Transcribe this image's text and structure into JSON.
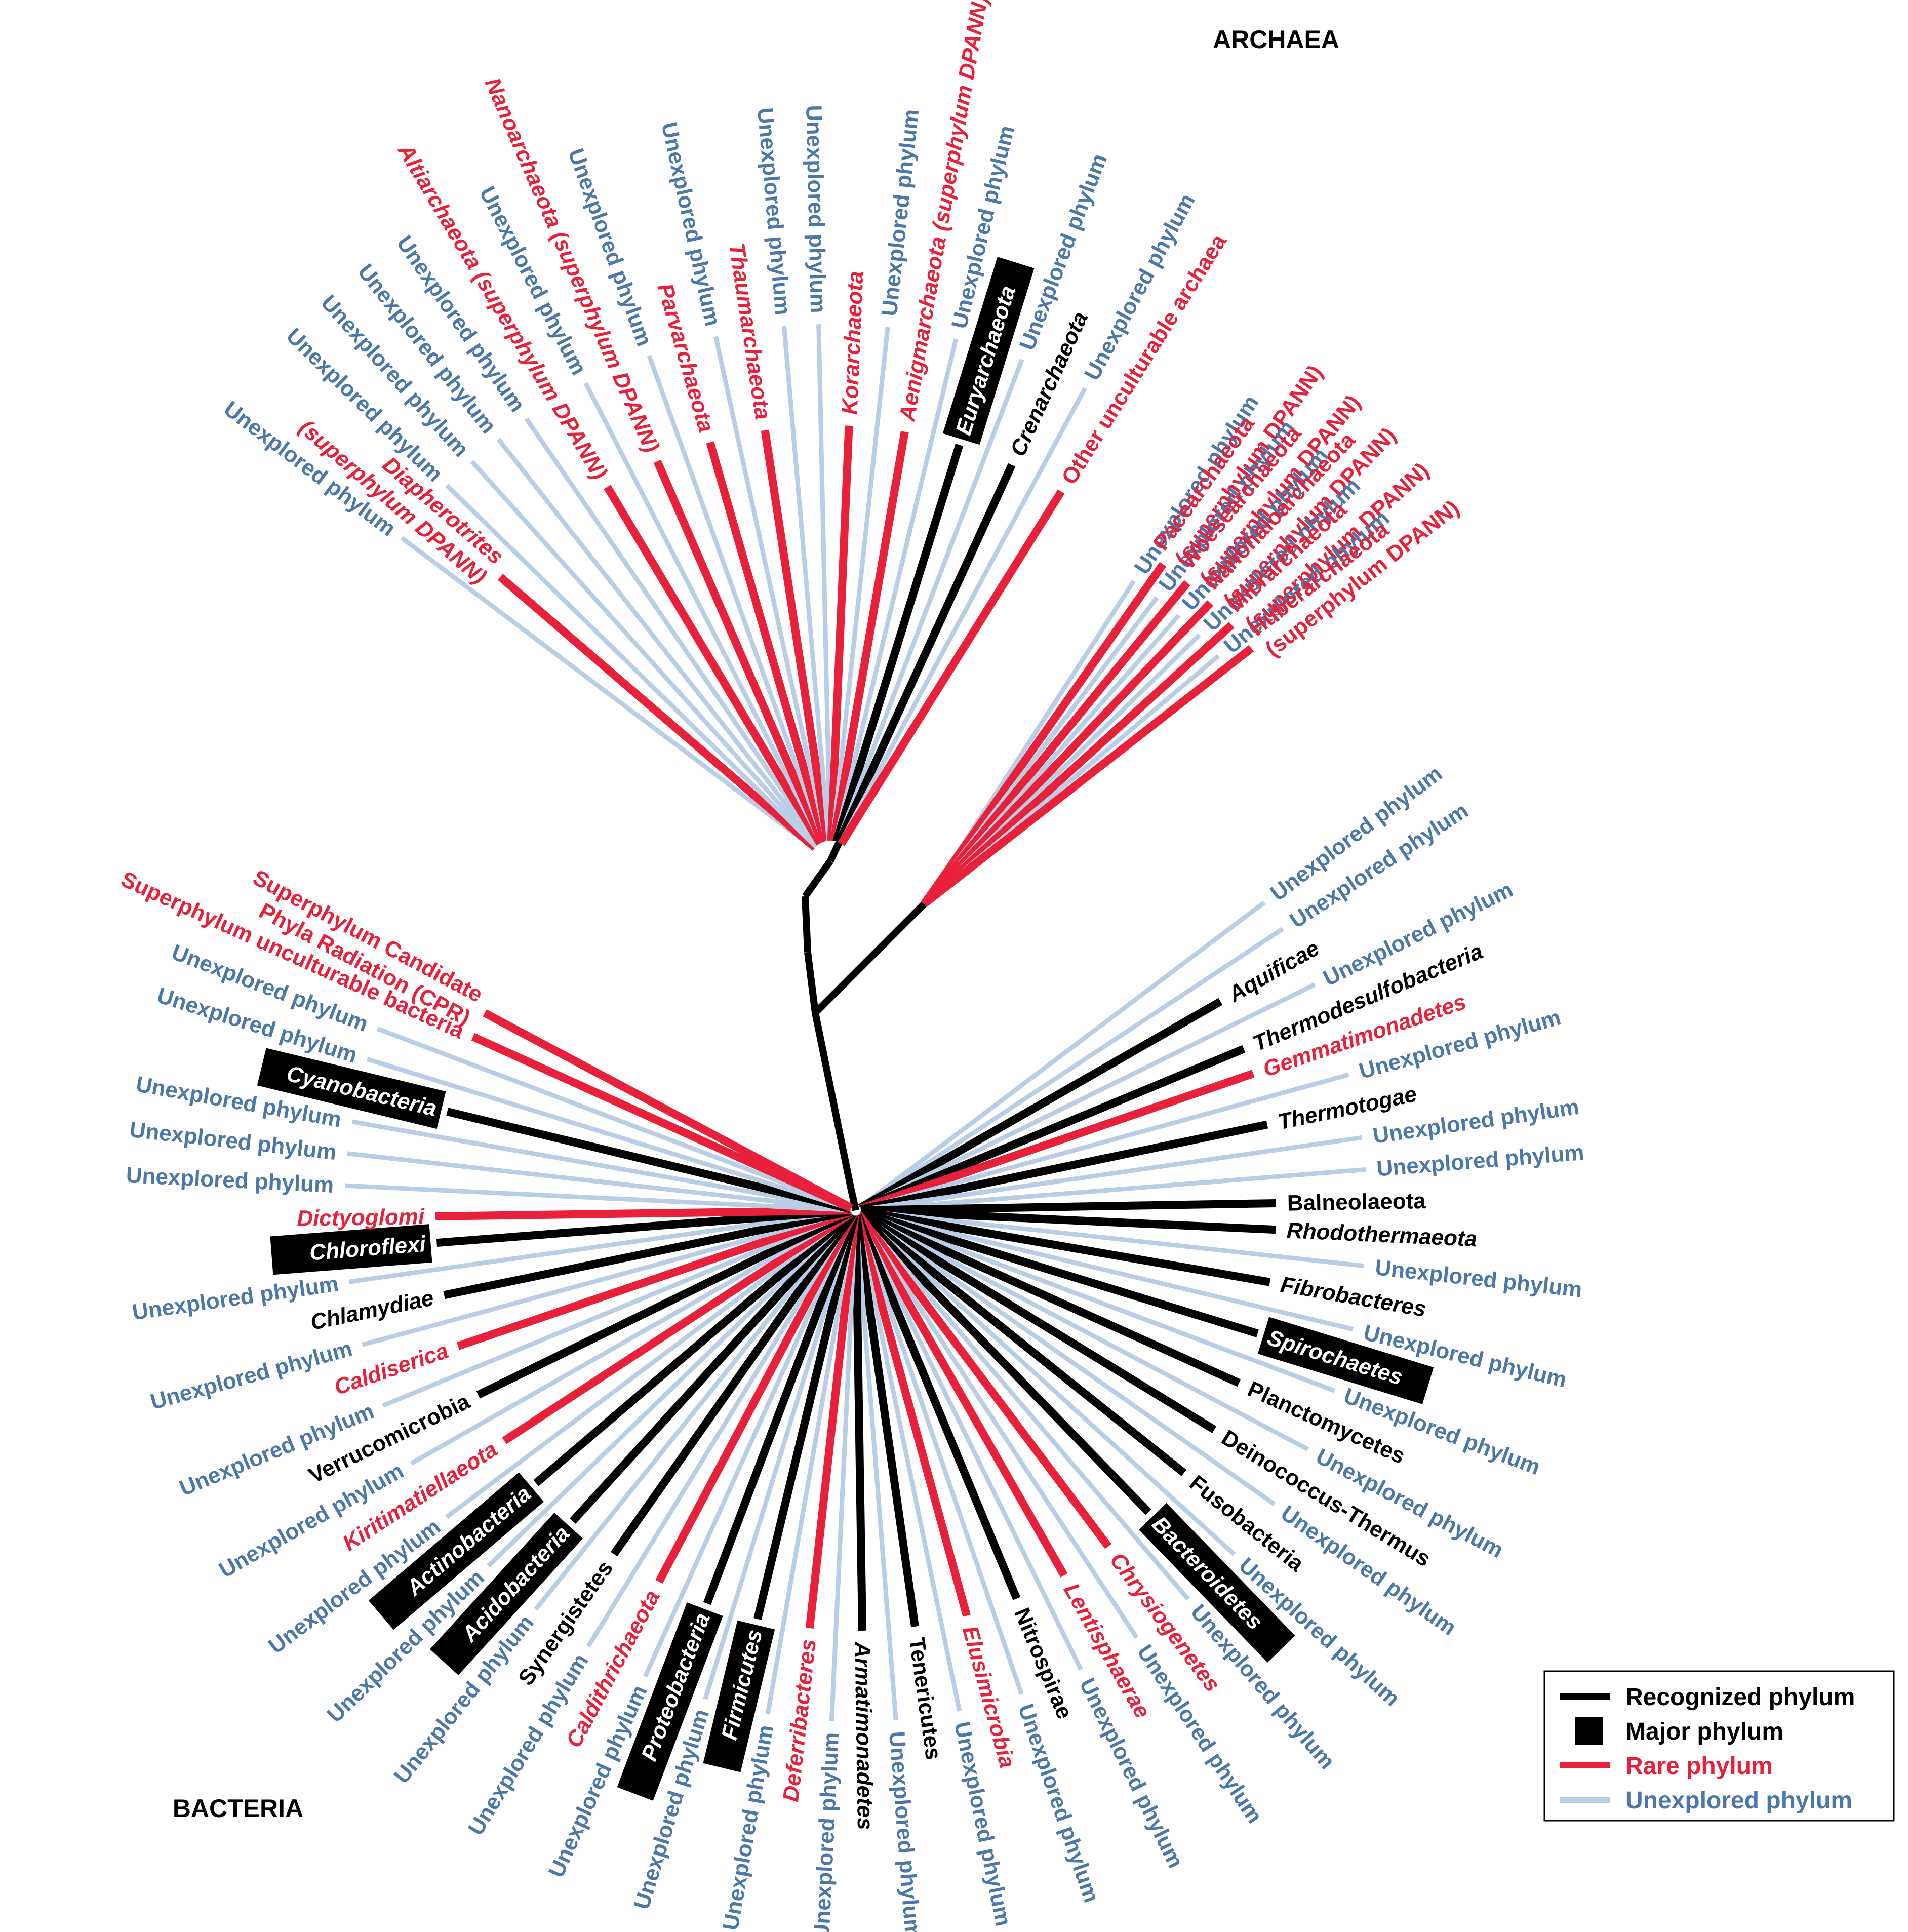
{
  "domains": {
    "archaea": "ARCHAEA",
    "bacteria": "BACTERIA"
  },
  "colors": {
    "recognized": "#000000",
    "rare": "#e8203a",
    "unexplored": "#b9cde6",
    "unexplored_text": "#4b78a8"
  },
  "legend": [
    {
      "type": "recognized",
      "label": "Recognized phylum"
    },
    {
      "type": "major",
      "label": "Major phylum"
    },
    {
      "type": "rare",
      "label": "Rare phylum"
    },
    {
      "type": "unexplored",
      "label": "Unexplored phylum"
    }
  ],
  "phyla": [
    {
      "lines": [
        "Unexplored phylum"
      ],
      "type": "unexplored",
      "italic": false,
      "group": "archaea"
    },
    {
      "lines": [
        "Diapherotrites",
        "(superphylum DPANN)"
      ],
      "type": "rare",
      "italic": true,
      "group": "archaea"
    },
    {
      "lines": [
        "Unexplored phylum"
      ],
      "type": "unexplored",
      "italic": false,
      "group": "archaea"
    },
    {
      "lines": [
        "Unexplored phylum"
      ],
      "type": "unexplored",
      "italic": false,
      "group": "archaea"
    },
    {
      "lines": [
        "Unexplored phylum"
      ],
      "type": "unexplored",
      "italic": false,
      "group": "archaea"
    },
    {
      "lines": [
        "Unexplored phylum"
      ],
      "type": "unexplored",
      "italic": false,
      "group": "archaea"
    },
    {
      "lines": [
        "Altiarchaeota (superphylum DPANN)"
      ],
      "type": "rare",
      "italic": true,
      "group": "archaea"
    },
    {
      "lines": [
        "Unexplored phylum"
      ],
      "type": "unexplored",
      "italic": false,
      "group": "archaea"
    },
    {
      "lines": [
        "Nanoarchaeota (superphylum DPANN)"
      ],
      "type": "rare",
      "italic": true,
      "group": "archaea"
    },
    {
      "lines": [
        "Unexplored phylum"
      ],
      "type": "unexplored",
      "italic": false,
      "group": "archaea"
    },
    {
      "lines": [
        "Parvarchaeota"
      ],
      "type": "rare",
      "italic": true,
      "group": "archaea"
    },
    {
      "lines": [
        "Unexplored phylum"
      ],
      "type": "unexplored",
      "italic": false,
      "group": "archaea"
    },
    {
      "lines": [
        "Thaumarchaeota"
      ],
      "type": "rare",
      "italic": true,
      "group": "archaea"
    },
    {
      "lines": [
        "Unexplored phylum"
      ],
      "type": "unexplored",
      "italic": false,
      "group": "archaea"
    },
    {
      "lines": [
        "Unexplored phylum"
      ],
      "type": "unexplored",
      "italic": false,
      "group": "archaea"
    },
    {
      "lines": [
        "Korarchaeota"
      ],
      "type": "rare",
      "italic": true,
      "group": "archaea"
    },
    {
      "lines": [
        "Unexplored phylum"
      ],
      "type": "unexplored",
      "italic": false,
      "group": "archaea"
    },
    {
      "lines": [
        "Aenigmarchaeota (superphylum DPANN)"
      ],
      "type": "rare",
      "italic": true,
      "group": "archaea"
    },
    {
      "lines": [
        "Unexplored phylum"
      ],
      "type": "unexplored",
      "italic": false,
      "group": "archaea"
    },
    {
      "lines": [
        "Euryarchaeota"
      ],
      "type": "major",
      "italic": true,
      "group": "archaea"
    },
    {
      "lines": [
        "Unexplored phylum"
      ],
      "type": "unexplored",
      "italic": false,
      "group": "archaea"
    },
    {
      "lines": [
        "Crenarchaeota"
      ],
      "type": "recognized",
      "italic": true,
      "group": "archaea"
    },
    {
      "lines": [
        "Unexplored phylum"
      ],
      "type": "unexplored",
      "italic": false,
      "group": "archaea"
    },
    {
      "lines": [
        "Other unculturable archaea"
      ],
      "type": "rare",
      "italic": false,
      "group": "archaea"
    },
    {
      "lines": [
        "Unexplored phylum"
      ],
      "type": "unexplored",
      "italic": false,
      "group": "dpann"
    },
    {
      "lines": [
        "Pacearchaeota",
        "(superphylum DPANN)"
      ],
      "type": "rare",
      "italic": false,
      "group": "dpann"
    },
    {
      "lines": [
        "Unexplored phylum"
      ],
      "type": "unexplored",
      "italic": false,
      "group": "dpann"
    },
    {
      "lines": [
        "Woesearchaeota",
        "(superphylum DPANN)"
      ],
      "type": "rare",
      "italic": false,
      "group": "dpann"
    },
    {
      "lines": [
        "Unexplored phylum"
      ],
      "type": "unexplored",
      "italic": false,
      "group": "dpann"
    },
    {
      "lines": [
        "Nanohaloarchaeota",
        "(superphylum DPANN)"
      ],
      "type": "rare",
      "italic": false,
      "group": "dpann"
    },
    {
      "lines": [
        "Unexplored phylum"
      ],
      "type": "unexplored",
      "italic": false,
      "group": "dpann"
    },
    {
      "lines": [
        "Micrarchaeota",
        "(superphylum DPANN)"
      ],
      "type": "rare",
      "italic": false,
      "group": "dpann"
    },
    {
      "lines": [
        "Unexplored phylum"
      ],
      "type": "unexplored",
      "italic": false,
      "group": "dpann"
    },
    {
      "lines": [
        "Huberarchaeota",
        "(superphylum DPANN)"
      ],
      "type": "rare",
      "italic": false,
      "group": "dpann"
    },
    {
      "lines": [
        "Unexplored phylum"
      ],
      "type": "unexplored",
      "italic": false,
      "group": "bacteria"
    },
    {
      "lines": [
        "Unexplored phylum"
      ],
      "type": "unexplored",
      "italic": false,
      "group": "bacteria"
    },
    {
      "lines": [
        "Aquificae"
      ],
      "type": "recognized",
      "italic": true,
      "group": "bacteria"
    },
    {
      "lines": [
        "Unexplored phylum"
      ],
      "type": "unexplored",
      "italic": false,
      "group": "bacteria"
    },
    {
      "lines": [
        "Thermodesulfobacteria"
      ],
      "type": "recognized",
      "italic": true,
      "group": "bacteria"
    },
    {
      "lines": [
        "Gemmatimonadetes"
      ],
      "type": "rare",
      "italic": true,
      "group": "bacteria"
    },
    {
      "lines": [
        "Unexplored phylum"
      ],
      "type": "unexplored",
      "italic": false,
      "group": "bacteria"
    },
    {
      "lines": [
        "Thermotogae"
      ],
      "type": "recognized",
      "italic": true,
      "group": "bacteria"
    },
    {
      "lines": [
        "Unexplored phylum"
      ],
      "type": "unexplored",
      "italic": false,
      "group": "bacteria"
    },
    {
      "lines": [
        "Unexplored phylum"
      ],
      "type": "unexplored",
      "italic": false,
      "group": "bacteria"
    },
    {
      "lines": [
        "Balneolaeota"
      ],
      "type": "recognized",
      "italic": false,
      "group": "bacteria"
    },
    {
      "lines": [
        "Rhodothermaeota"
      ],
      "type": "recognized",
      "italic": true,
      "group": "bacteria"
    },
    {
      "lines": [
        "Unexplored phylum"
      ],
      "type": "unexplored",
      "italic": false,
      "group": "bacteria"
    },
    {
      "lines": [
        "Fibrobacteres"
      ],
      "type": "recognized",
      "italic": true,
      "group": "bacteria"
    },
    {
      "lines": [
        "Unexplored phylum"
      ],
      "type": "unexplored",
      "italic": false,
      "group": "bacteria"
    },
    {
      "lines": [
        "Spirochaetes"
      ],
      "type": "major",
      "italic": true,
      "group": "bacteria"
    },
    {
      "lines": [
        "Unexplored phylum"
      ],
      "type": "unexplored",
      "italic": false,
      "group": "bacteria"
    },
    {
      "lines": [
        "Planctomycetes"
      ],
      "type": "recognized",
      "italic": false,
      "group": "bacteria"
    },
    {
      "lines": [
        "Unexplored phylum"
      ],
      "type": "unexplored",
      "italic": false,
      "group": "bacteria"
    },
    {
      "lines": [
        "Deinococcus-Thermus"
      ],
      "type": "recognized",
      "italic": false,
      "group": "bacteria"
    },
    {
      "lines": [
        "Unexplored phylum"
      ],
      "type": "unexplored",
      "italic": false,
      "group": "bacteria"
    },
    {
      "lines": [
        "Fusobacteria"
      ],
      "type": "recognized",
      "italic": false,
      "group": "bacteria"
    },
    {
      "lines": [
        "Unexplored phylum"
      ],
      "type": "unexplored",
      "italic": false,
      "group": "bacteria"
    },
    {
      "lines": [
        "Bacteroidetes"
      ],
      "type": "major",
      "italic": true,
      "group": "bacteria"
    },
    {
      "lines": [
        "Unexplored phylum"
      ],
      "type": "unexplored",
      "italic": false,
      "group": "bacteria"
    },
    {
      "lines": [
        "Chrysiogenetes"
      ],
      "type": "rare",
      "italic": true,
      "group": "bacteria"
    },
    {
      "lines": [
        "Unexplored phylum"
      ],
      "type": "unexplored",
      "italic": false,
      "group": "bacteria"
    },
    {
      "lines": [
        "Lentisphaerae"
      ],
      "type": "rare",
      "italic": true,
      "group": "bacteria"
    },
    {
      "lines": [
        "Unexplored phylum"
      ],
      "type": "unexplored",
      "italic": false,
      "group": "bacteria"
    },
    {
      "lines": [
        "Nitrospirae"
      ],
      "type": "recognized",
      "italic": false,
      "group": "bacteria"
    },
    {
      "lines": [
        "Unexplored phylum"
      ],
      "type": "unexplored",
      "italic": false,
      "group": "bacteria"
    },
    {
      "lines": [
        "Elusimicrobia"
      ],
      "type": "rare",
      "italic": true,
      "group": "bacteria"
    },
    {
      "lines": [
        "Unexplored phylum"
      ],
      "type": "unexplored",
      "italic": false,
      "group": "bacteria"
    },
    {
      "lines": [
        "Tenericutes"
      ],
      "type": "recognized",
      "italic": false,
      "group": "bacteria"
    },
    {
      "lines": [
        "Unexplored phylum"
      ],
      "type": "unexplored",
      "italic": false,
      "group": "bacteria"
    },
    {
      "lines": [
        "Armatimonadetes"
      ],
      "type": "recognized",
      "italic": true,
      "group": "bacteria"
    },
    {
      "lines": [
        "Unexplored phylum"
      ],
      "type": "unexplored",
      "italic": false,
      "group": "bacteria"
    },
    {
      "lines": [
        "Deferribacteres"
      ],
      "type": "rare",
      "italic": true,
      "group": "bacteria"
    },
    {
      "lines": [
        "Unexplored phylum"
      ],
      "type": "unexplored",
      "italic": false,
      "group": "bacteria"
    },
    {
      "lines": [
        "Firmicutes"
      ],
      "type": "major",
      "italic": true,
      "group": "bacteria"
    },
    {
      "lines": [
        "Unexplored phylum"
      ],
      "type": "unexplored",
      "italic": false,
      "group": "bacteria"
    },
    {
      "lines": [
        "Proteobacteria"
      ],
      "type": "major",
      "italic": true,
      "group": "bacteria"
    },
    {
      "lines": [
        "Unexplored phylum"
      ],
      "type": "unexplored",
      "italic": false,
      "group": "bacteria"
    },
    {
      "lines": [
        "Caldithrichaeota"
      ],
      "type": "rare",
      "italic": true,
      "group": "bacteria"
    },
    {
      "lines": [
        "Unexplored phylum"
      ],
      "type": "unexplored",
      "italic": false,
      "group": "bacteria"
    },
    {
      "lines": [
        "Synergistetes"
      ],
      "type": "recognized",
      "italic": false,
      "group": "bacteria"
    },
    {
      "lines": [
        "Unexplored phylum"
      ],
      "type": "unexplored",
      "italic": false,
      "group": "bacteria"
    },
    {
      "lines": [
        "Acidobacteria"
      ],
      "type": "major",
      "italic": true,
      "group": "bacteria"
    },
    {
      "lines": [
        "Unexplored phylum"
      ],
      "type": "unexplored",
      "italic": false,
      "group": "bacteria"
    },
    {
      "lines": [
        "Actinobacteria"
      ],
      "type": "major",
      "italic": true,
      "group": "bacteria"
    },
    {
      "lines": [
        "Unexplored phylum"
      ],
      "type": "unexplored",
      "italic": false,
      "group": "bacteria"
    },
    {
      "lines": [
        "Kiritimatiellaeota"
      ],
      "type": "rare",
      "italic": true,
      "group": "bacteria"
    },
    {
      "lines": [
        "Unexplored phylum"
      ],
      "type": "unexplored",
      "italic": false,
      "group": "bacteria"
    },
    {
      "lines": [
        "Verrucomicrobia"
      ],
      "type": "recognized",
      "italic": false,
      "group": "bacteria"
    },
    {
      "lines": [
        "Unexplored phylum"
      ],
      "type": "unexplored",
      "italic": false,
      "group": "bacteria"
    },
    {
      "lines": [
        "Caldiserica"
      ],
      "type": "rare",
      "italic": true,
      "group": "bacteria"
    },
    {
      "lines": [
        "Unexplored phylum"
      ],
      "type": "unexplored",
      "italic": false,
      "group": "bacteria"
    },
    {
      "lines": [
        "Chlamydiae"
      ],
      "type": "recognized",
      "italic": true,
      "group": "bacteria"
    },
    {
      "lines": [
        "Unexplored phylum"
      ],
      "type": "unexplored",
      "italic": false,
      "group": "bacteria"
    },
    {
      "lines": [
        "Chloroflexi"
      ],
      "type": "major",
      "italic": true,
      "group": "bacteria"
    },
    {
      "lines": [
        "Dictyoglomi"
      ],
      "type": "rare",
      "italic": true,
      "group": "bacteria"
    },
    {
      "lines": [
        "Unexplored phylum"
      ],
      "type": "unexplored",
      "italic": false,
      "group": "bacteria"
    },
    {
      "lines": [
        "Unexplored phylum"
      ],
      "type": "unexplored",
      "italic": false,
      "group": "bacteria"
    },
    {
      "lines": [
        "Unexplored phylum"
      ],
      "type": "unexplored",
      "italic": false,
      "group": "bacteria"
    },
    {
      "lines": [
        "Cyanobacteria"
      ],
      "type": "major",
      "italic": true,
      "group": "bacteria"
    },
    {
      "lines": [
        "Unexplored phylum"
      ],
      "type": "unexplored",
      "italic": false,
      "group": "bacteria"
    },
    {
      "lines": [
        "Unexplored phylum"
      ],
      "type": "unexplored",
      "italic": false,
      "group": "bacteria"
    },
    {
      "lines": [
        "Superphylum unculturable bacteria"
      ],
      "type": "rare",
      "italic": false,
      "group": "bacteria"
    },
    {
      "lines": [
        "Superphylum Candidate",
        "Phyla Radiation (CPR)"
      ],
      "type": "rare",
      "italic": false,
      "group": "bacteria"
    }
  ]
}
